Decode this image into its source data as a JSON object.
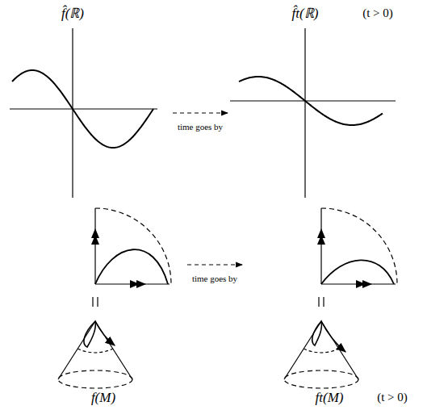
{
  "diagram": {
    "labels": [
      "f̂(ℝ)",
      "f̂t(ℝ)",
      "(t > 0)",
      "time goes by",
      "time goes by",
      "f(M)",
      "ft(M)",
      "(t > 0)"
    ]
  }
}
